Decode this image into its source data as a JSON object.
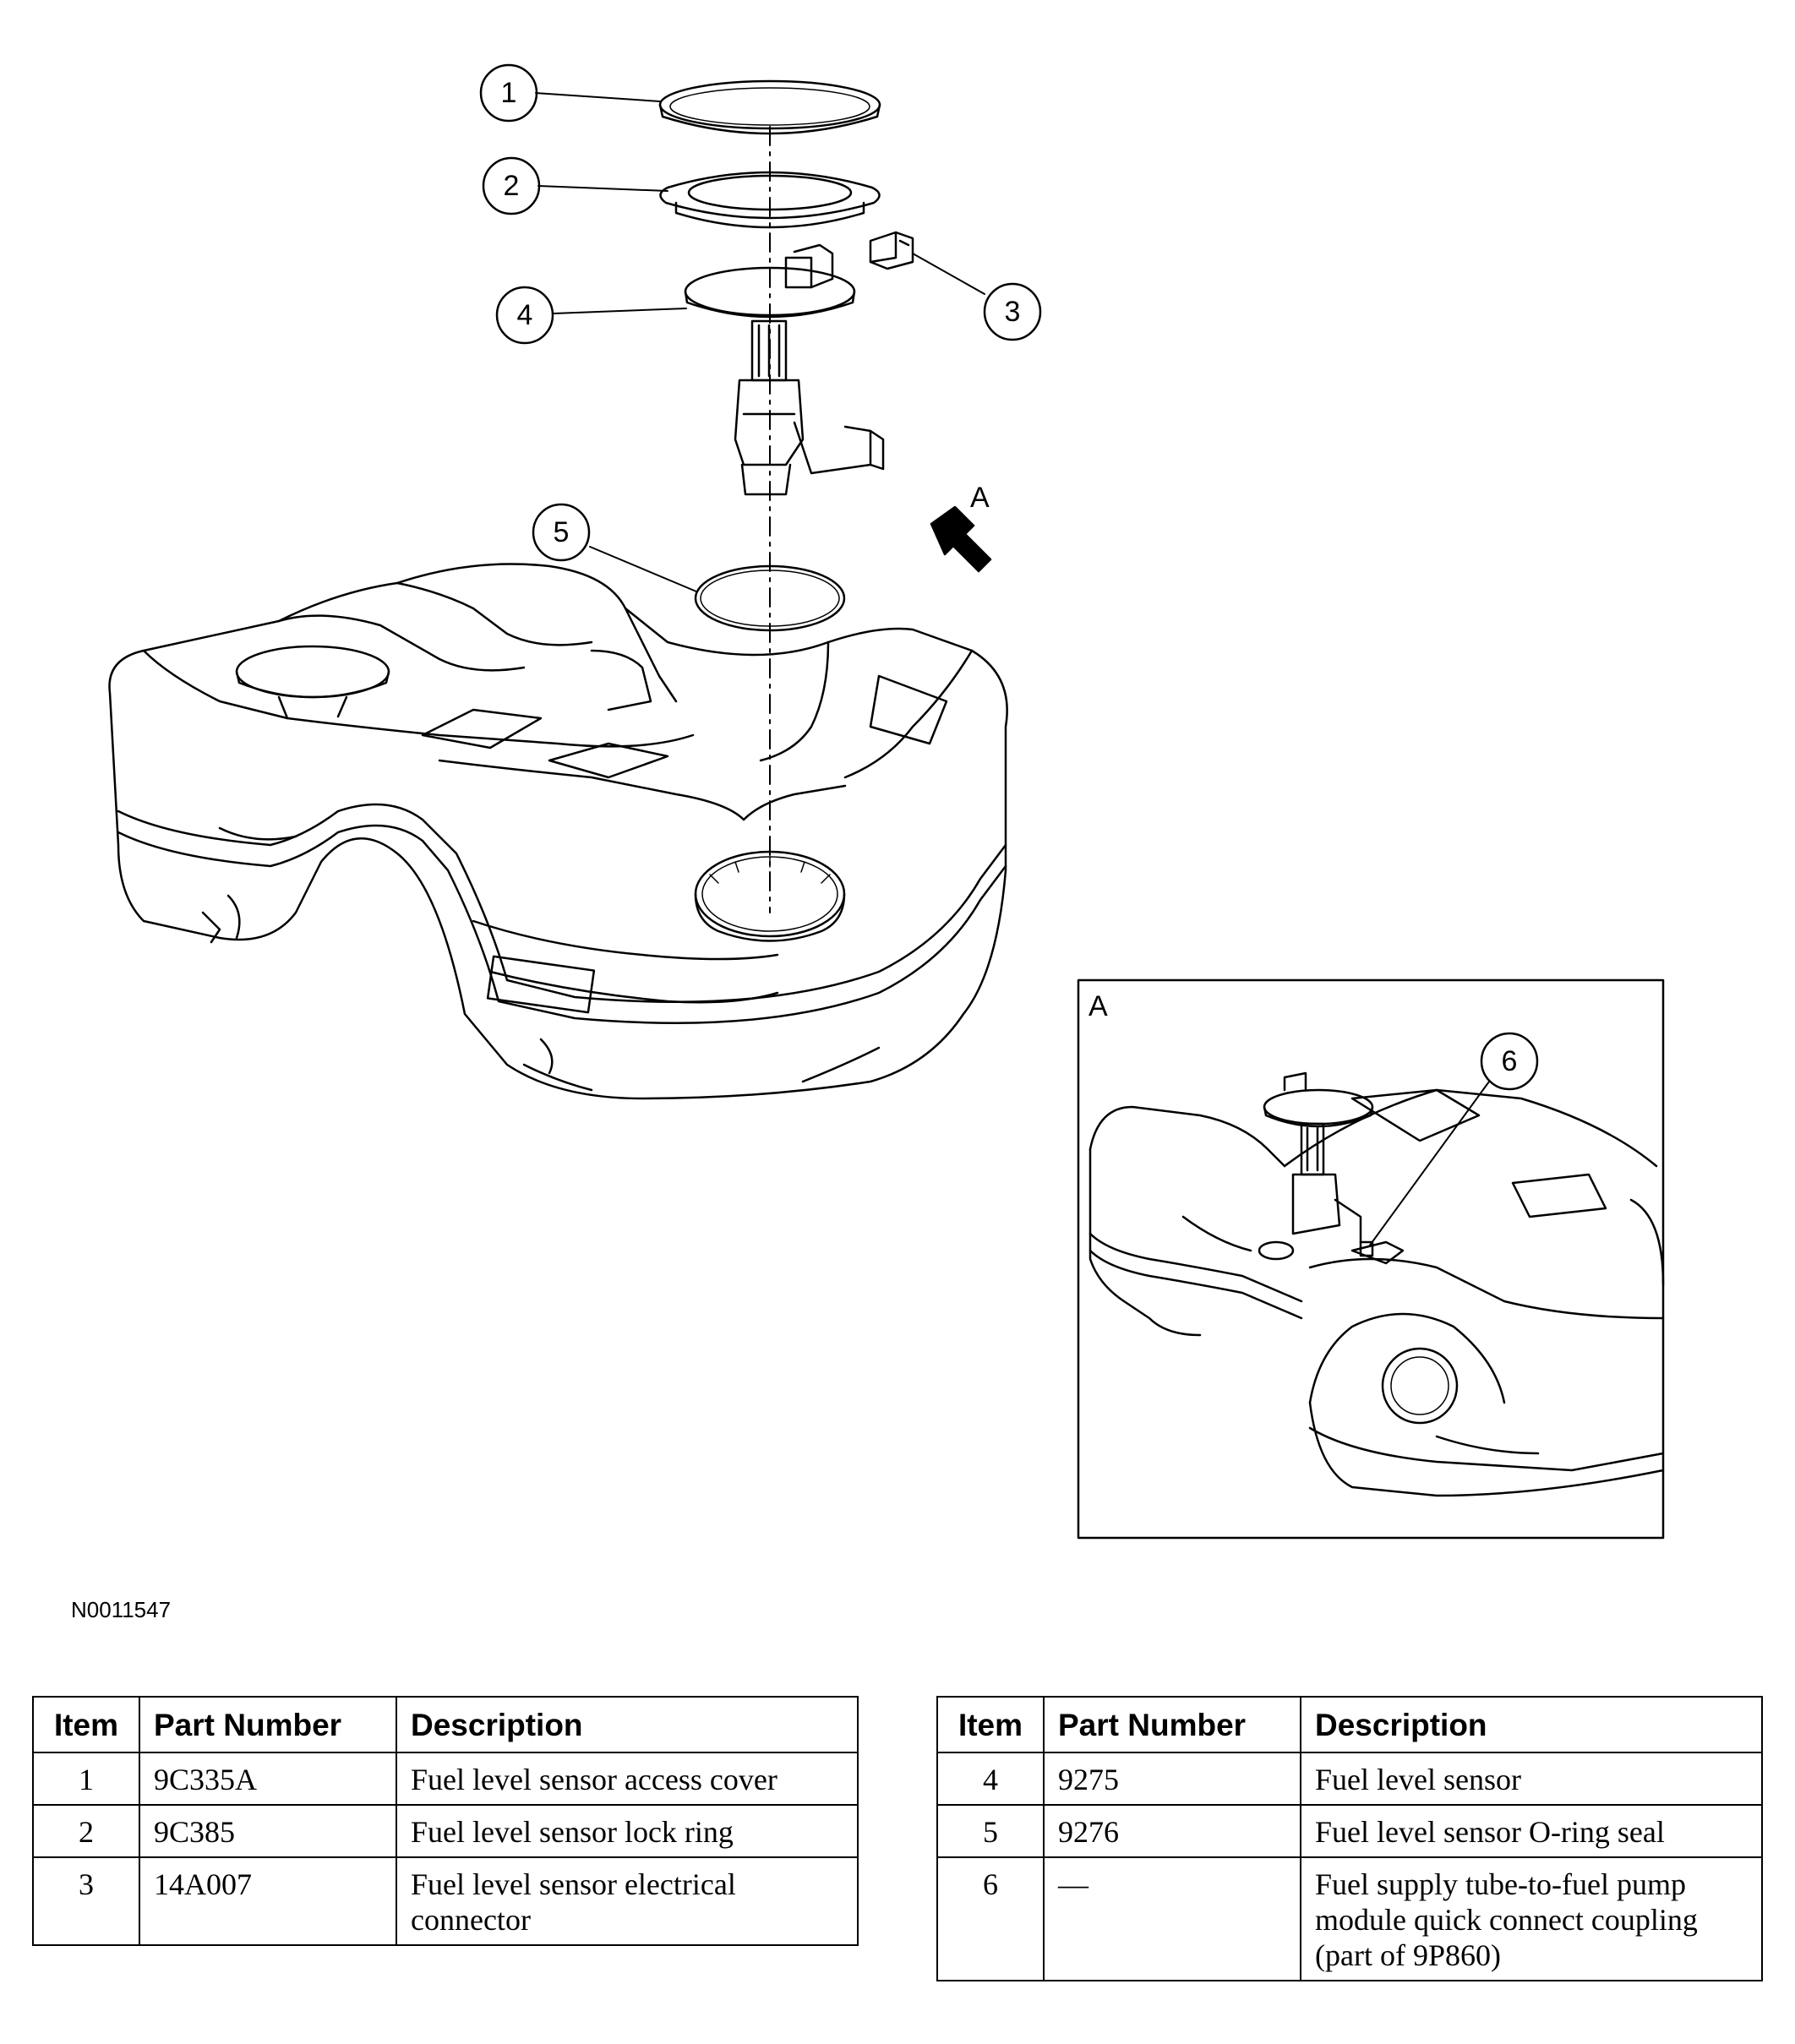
{
  "figure": {
    "id": "N0011547",
    "view_label": "A",
    "detail_label": "A"
  },
  "callouts": [
    "1",
    "2",
    "3",
    "4",
    "5",
    "6"
  ],
  "parts_table": {
    "headers": [
      "Item",
      "Part Number",
      "Description"
    ],
    "left": [
      {
        "item": "1",
        "part_number": "9C335A",
        "description": "Fuel level sensor access cover"
      },
      {
        "item": "2",
        "part_number": "9C385",
        "description": "Fuel level sensor lock ring"
      },
      {
        "item": "3",
        "part_number": "14A007",
        "description": "Fuel level sensor electrical connector"
      }
    ],
    "right": [
      {
        "item": "4",
        "part_number": "9275",
        "description": "Fuel level sensor"
      },
      {
        "item": "5",
        "part_number": "9276",
        "description": "Fuel level sensor O-ring seal"
      },
      {
        "item": "6",
        "part_number": "—",
        "description": "Fuel supply tube-to-fuel pump module quick connect coupling (part of 9P860)"
      }
    ]
  }
}
